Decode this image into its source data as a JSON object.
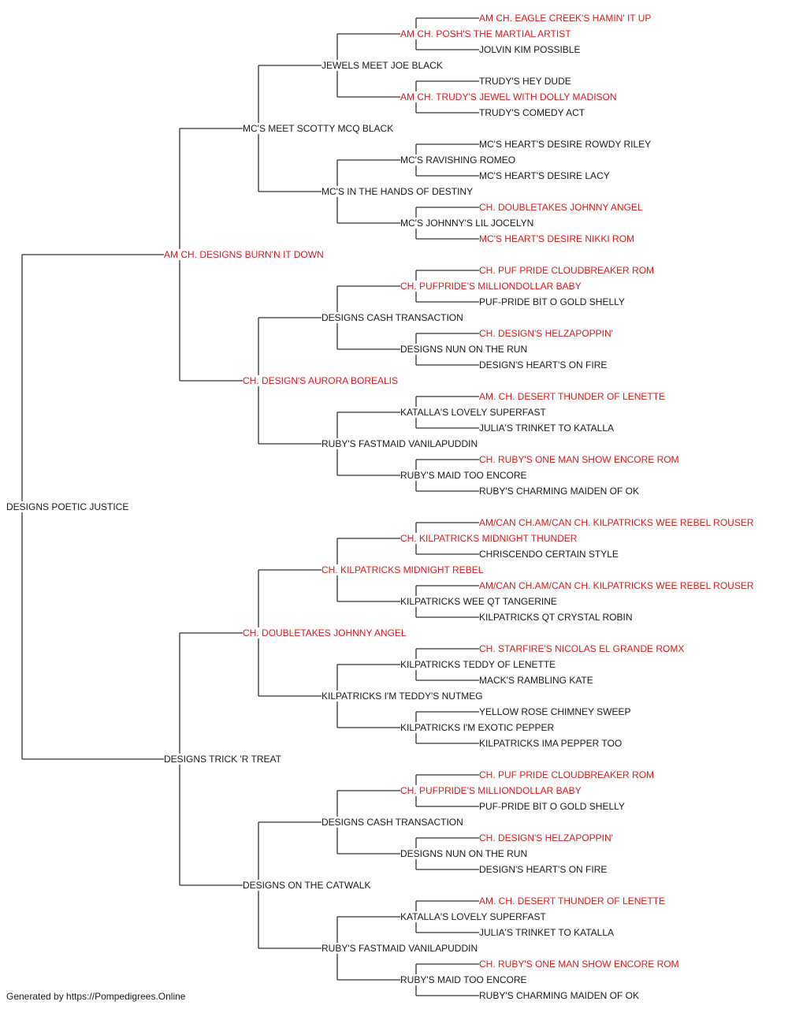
{
  "colors": {
    "champion": "#e0191b",
    "regular": "#1a1a1a",
    "line": "#333333"
  },
  "pedigree": {
    "subject": {
      "name": "DESIGNS POETIC JUSTICE",
      "champion": false
    },
    "sire": {
      "name": "AM CH. DESIGNS BURN'N IT DOWN",
      "champion": true
    },
    "dam": {
      "name": "DESIGNS TRICK 'R TREAT",
      "champion": false
    },
    "gen2": [
      {
        "name": "MC'S MEET SCOTTY MCQ BLACK",
        "champion": false
      },
      {
        "name": "CH. DESIGN'S AURORA BOREALIS",
        "champion": true
      },
      {
        "name": "CH. DOUBLETAKES JOHNNY ANGEL",
        "champion": true
      },
      {
        "name": "DESIGNS ON THE CATWALK",
        "champion": false
      }
    ],
    "gen3": [
      {
        "name": "JEWELS MEET JOE BLACK",
        "champion": false
      },
      {
        "name": "MC'S IN THE HANDS OF DESTINY",
        "champion": false
      },
      {
        "name": "DESIGNS CASH TRANSACTION",
        "champion": false
      },
      {
        "name": "RUBY'S FASTMAID VANILAPUDDIN",
        "champion": false
      },
      {
        "name": "CH. KILPATRICKS MIDNIGHT REBEL",
        "champion": true
      },
      {
        "name": "KILPATRICKS I'M TEDDY'S NUTMEG",
        "champion": false
      },
      {
        "name": "DESIGNS CASH TRANSACTION",
        "champion": false
      },
      {
        "name": "RUBY'S FASTMAID VANILAPUDDIN",
        "champion": false
      }
    ],
    "gen4": [
      {
        "name": "AM CH. POSH'S THE MARTIAL ARTIST",
        "champion": true
      },
      {
        "name": "AM CH. TRUDY'S JEWEL WITH DOLLY MADISON",
        "champion": true
      },
      {
        "name": "MC'S RAVISHING ROMEO",
        "champion": false
      },
      {
        "name": "MC'S JOHNNY'S LIL JOCELYN",
        "champion": false
      },
      {
        "name": "CH. PUFPRIDE'S MILLIONDOLLAR BABY",
        "champion": true
      },
      {
        "name": "DESIGNS NUN ON THE RUN",
        "champion": false
      },
      {
        "name": "KATALLA'S LOVELY SUPERFAST",
        "champion": false
      },
      {
        "name": "RUBY'S MAID TOO ENCORE",
        "champion": false
      },
      {
        "name": "CH. KILPATRICKS MIDNIGHT THUNDER",
        "champion": true
      },
      {
        "name": "KILPATRICKS WEE QT TANGERINE",
        "champion": false
      },
      {
        "name": "KILPATRICKS TEDDY OF LENETTE",
        "champion": false
      },
      {
        "name": "KILPATRICKS I'M EXOTIC PEPPER",
        "champion": false
      },
      {
        "name": "CH. PUFPRIDE'S MILLIONDOLLAR BABY",
        "champion": true
      },
      {
        "name": "DESIGNS NUN ON THE RUN",
        "champion": false
      },
      {
        "name": "KATALLA'S LOVELY SUPERFAST",
        "champion": false
      },
      {
        "name": "RUBY'S MAID TOO ENCORE",
        "champion": false
      }
    ],
    "gen5": [
      {
        "name": "AM CH. EAGLE CREEK'S HAMIN' IT UP",
        "champion": true
      },
      {
        "name": "JOLVIN KIM POSSIBLE",
        "champion": false
      },
      {
        "name": "TRUDY'S HEY DUDE",
        "champion": false
      },
      {
        "name": "TRUDY'S COMEDY ACT",
        "champion": false
      },
      {
        "name": "MC'S HEART'S DESIRE ROWDY RILEY",
        "champion": false
      },
      {
        "name": "MC'S HEART'S DESIRE LACY",
        "champion": false
      },
      {
        "name": "CH. DOUBLETAKES JOHNNY ANGEL",
        "champion": true
      },
      {
        "name": "MC'S HEART'S DESIRE NIKKI ROM",
        "champion": true
      },
      {
        "name": "CH. PUF PRIDE CLOUDBREAKER ROM",
        "champion": true
      },
      {
        "name": "PUF-PRIDE BIT O GOLD SHELLY",
        "champion": false
      },
      {
        "name": "CH. DESIGN'S HELZAPOPPIN'",
        "champion": true
      },
      {
        "name": "DESIGN'S HEART'S ON FIRE",
        "champion": false
      },
      {
        "name": "AM. CH. DESERT THUNDER OF LENETTE",
        "champion": true
      },
      {
        "name": "JULIA'S TRINKET TO KATALLA",
        "champion": false
      },
      {
        "name": "CH. RUBY'S ONE MAN SHOW ENCORE ROM",
        "champion": true
      },
      {
        "name": "RUBY'S CHARMING MAIDEN OF OK",
        "champion": false
      },
      {
        "name": "AM/CAN CH.AM/CAN CH. KILPATRICKS WEE REBEL ROUSER",
        "champion": true
      },
      {
        "name": "CHRISCENDO CERTAIN STYLE",
        "champion": false
      },
      {
        "name": "AM/CAN CH.AM/CAN CH. KILPATRICKS WEE REBEL ROUSER",
        "champion": true
      },
      {
        "name": "KILPATRICKS QT CRYSTAL ROBIN",
        "champion": false
      },
      {
        "name": "CH. STARFIRE'S NICOLAS EL GRANDE ROMX",
        "champion": true
      },
      {
        "name": "MACK'S RAMBLING KATE",
        "champion": false
      },
      {
        "name": "YELLOW ROSE CHIMNEY SWEEP",
        "champion": false
      },
      {
        "name": "KILPATRICKS IMA PEPPER TOO",
        "champion": false
      },
      {
        "name": "CH. PUF PRIDE CLOUDBREAKER ROM",
        "champion": true
      },
      {
        "name": "PUF-PRIDE BIT O GOLD SHELLY",
        "champion": false
      },
      {
        "name": "CH. DESIGN'S HELZAPOPPIN'",
        "champion": true
      },
      {
        "name": "DESIGN'S HEART'S ON FIRE",
        "champion": false
      },
      {
        "name": "AM. CH. DESERT THUNDER OF LENETTE",
        "champion": true
      },
      {
        "name": "JULIA'S TRINKET TO KATALLA",
        "champion": false
      },
      {
        "name": "CH. RUBY'S ONE MAN SHOW ENCORE ROM",
        "champion": true
      },
      {
        "name": "RUBY'S CHARMING MAIDEN OF OK",
        "champion": false
      }
    ]
  },
  "footer": "Generated by https://Pompedigrees.Online"
}
